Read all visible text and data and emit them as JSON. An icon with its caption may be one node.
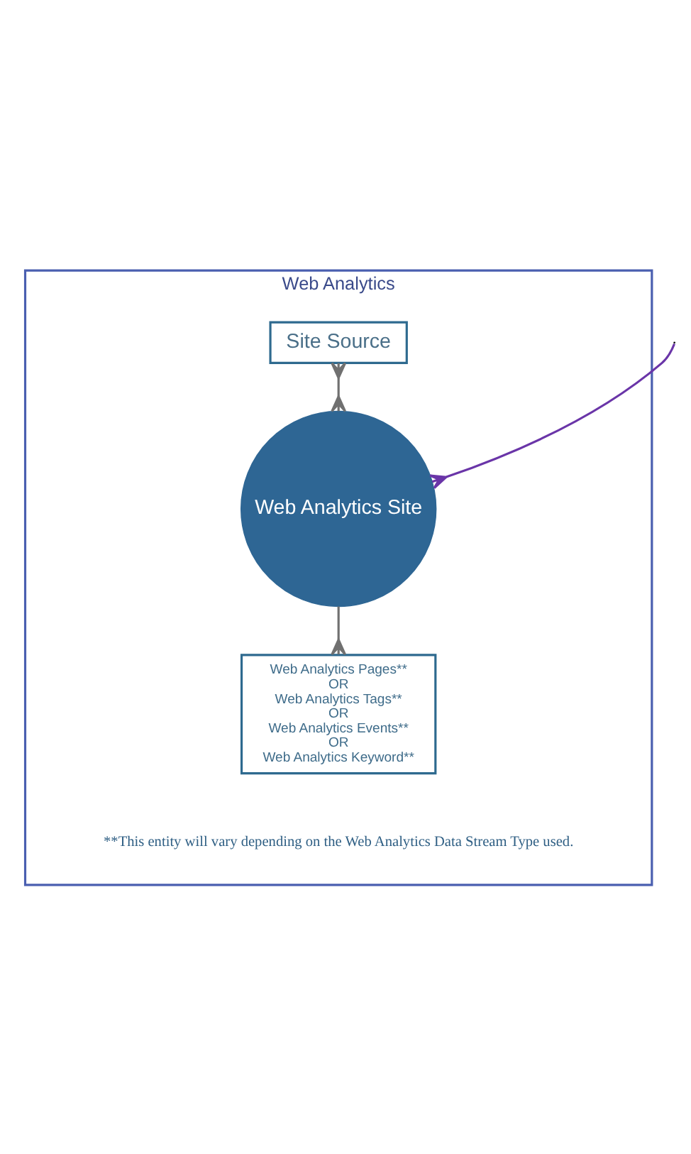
{
  "diagram": {
    "nodes": [
      {
        "text": [
          "Web Analytics"
        ]
      },
      {
        "text": [
          "Site Source"
        ],
        "in": 0
      },
      {
        "text": [
          "Web Analytics Site"
        ],
        "in": 0
      },
      {
        "text": [
          "Web Analytics Pages**",
          "OR",
          "Web Analytics Tags**",
          "OR",
          "Web Analytics Events**",
          "OR",
          "Web Analytics Keyword**"
        ],
        "in": 0
      }
    ],
    "edges": [
      {
        "from": 1,
        "to": 2,
        "arrow": "other"
      },
      {
        "from": null,
        "to": 2,
        "arrow": "other",
        "color": "#6a35a8"
      },
      {
        "from": 2,
        "to": 3,
        "arrow": "other"
      }
    ],
    "labels": [
      "**This entity will vary depending on the Web Analytics Data Stream Type used."
    ]
  }
}
